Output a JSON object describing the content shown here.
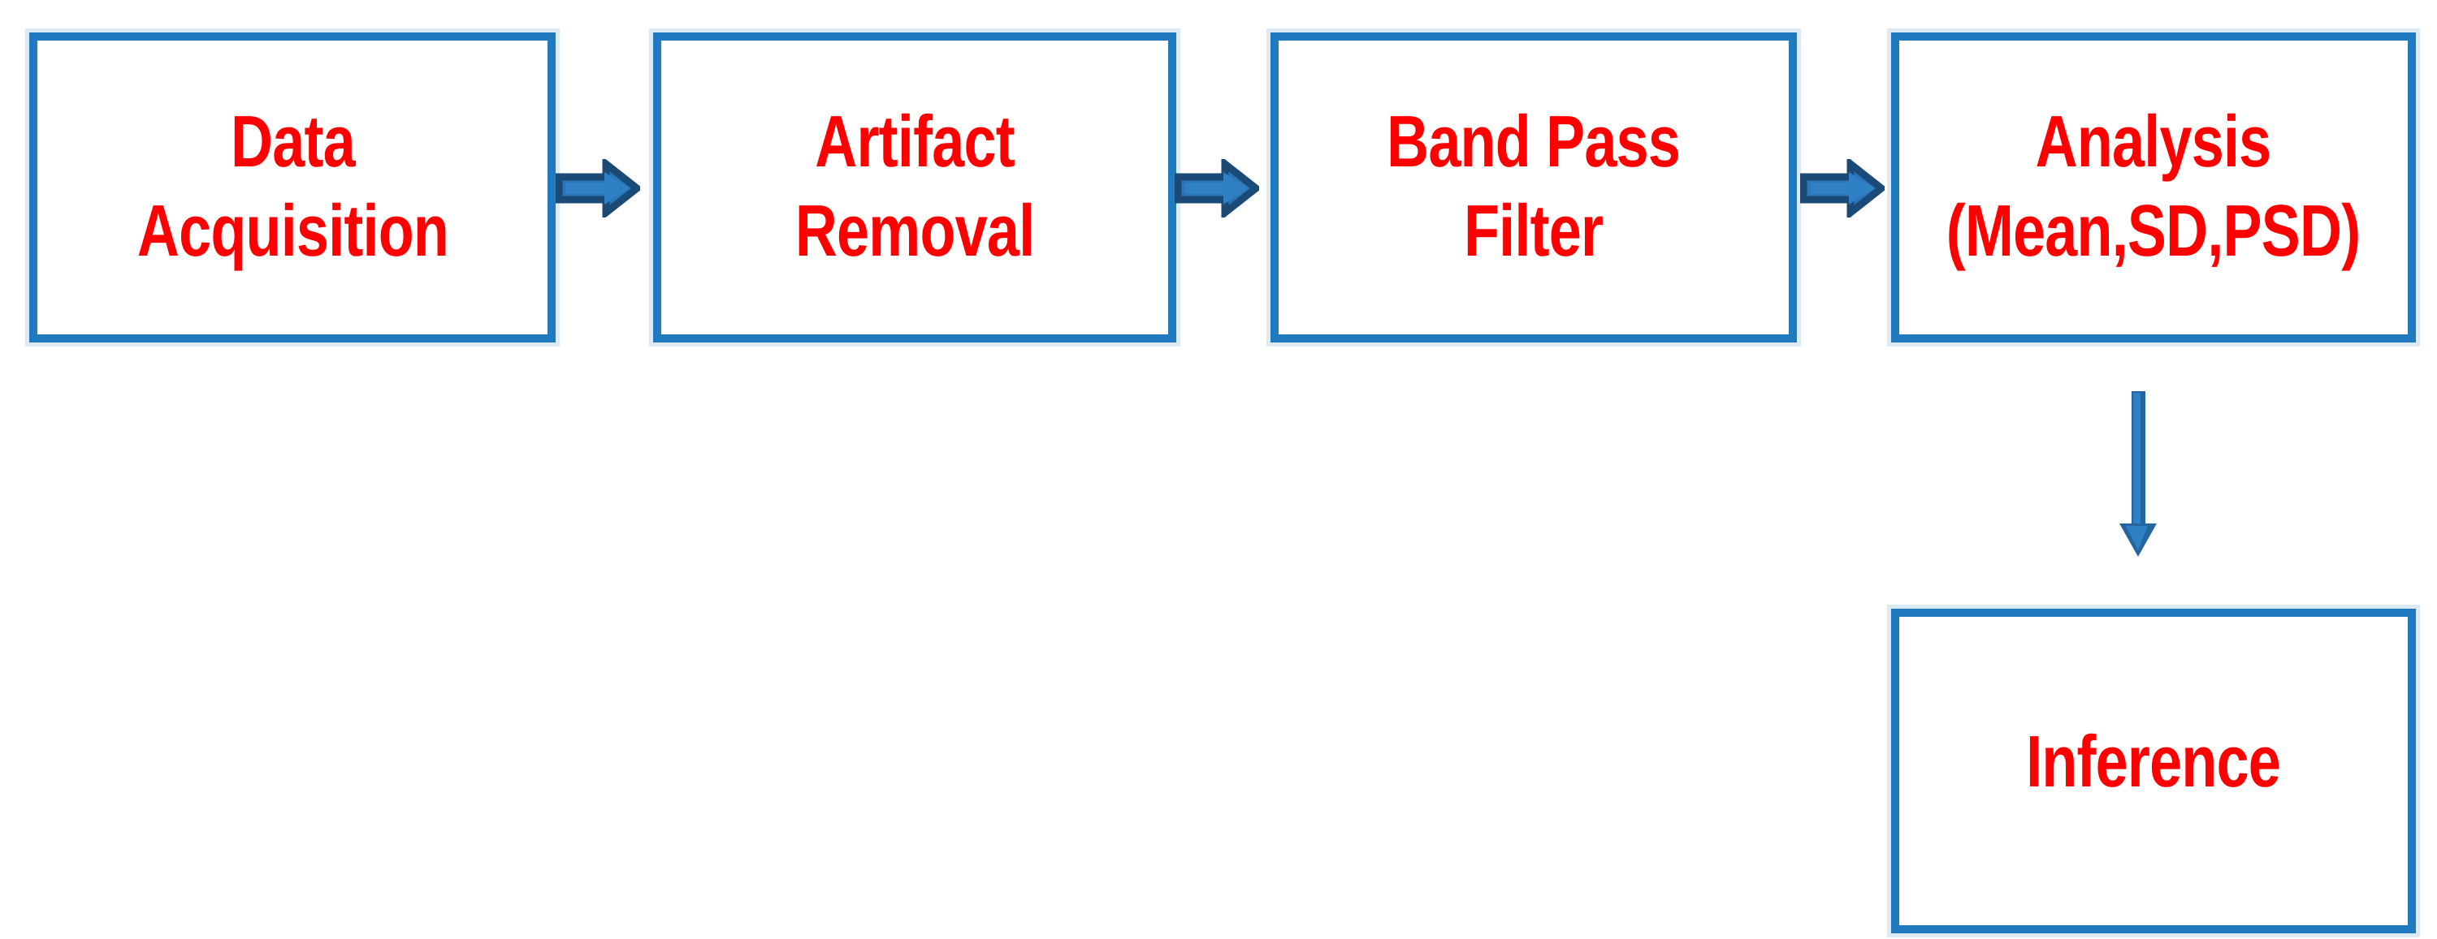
{
  "diagram": {
    "type": "flowchart",
    "orientation": "left-to-right with one downward branch",
    "background_color": "#ffffff",
    "box_border_color": "#1f7ac0",
    "box_fill_color": "#ffffff",
    "label_color": "#ff0000",
    "arrow_outline_color": "#1a4a75",
    "arrow_fill_color": "#2a76b8",
    "nodes": [
      {
        "id": "data-acquisition",
        "lines": [
          "Data",
          "Acquisition"
        ],
        "full_text": "Data Acquisition"
      },
      {
        "id": "artifact-removal",
        "lines": [
          "Artifact",
          "Removal"
        ],
        "full_text": "Artifact Removal"
      },
      {
        "id": "band-pass-filter",
        "lines": [
          "Band Pass",
          "Filter"
        ],
        "full_text": "Band Pass Filter"
      },
      {
        "id": "analysis",
        "lines": [
          "Analysis",
          "(Mean,SD,PSD)"
        ],
        "full_text": "Analysis (Mean,SD,PSD)"
      },
      {
        "id": "inference",
        "lines": [
          "Inference"
        ],
        "full_text": "Inference"
      }
    ],
    "connectors": [
      {
        "id": "arrow-1",
        "from": "data-acquisition",
        "to": "artifact-removal",
        "direction": "right",
        "style": "block-arrow"
      },
      {
        "id": "arrow-2",
        "from": "artifact-removal",
        "to": "band-pass-filter",
        "direction": "right",
        "style": "block-arrow"
      },
      {
        "id": "arrow-3",
        "from": "band-pass-filter",
        "to": "analysis",
        "direction": "right",
        "style": "block-arrow"
      },
      {
        "id": "arrow-down",
        "from": "analysis",
        "to": "inference",
        "direction": "down",
        "style": "line-arrow"
      }
    ]
  }
}
